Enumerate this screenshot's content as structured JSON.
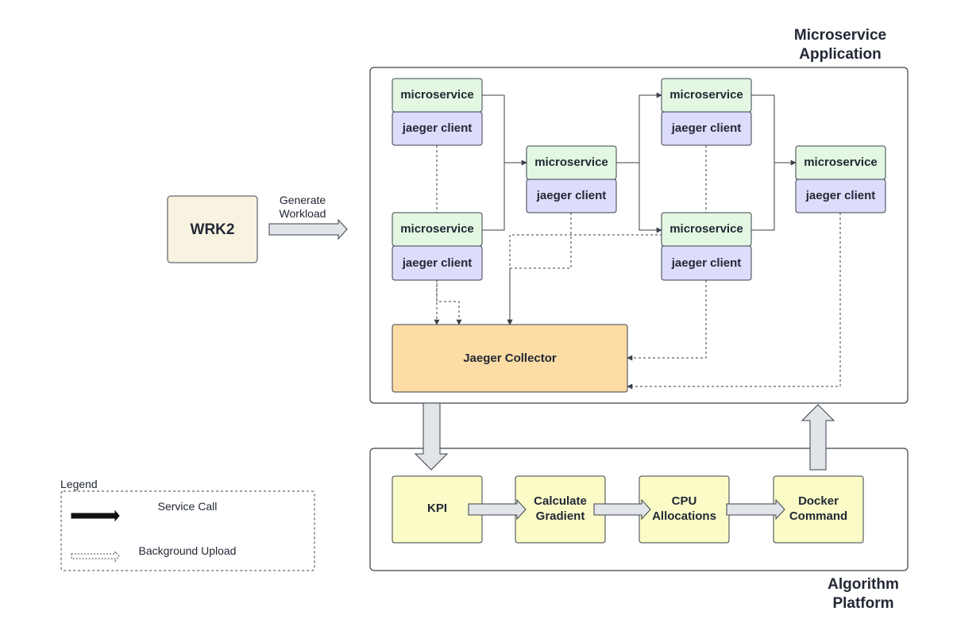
{
  "colors": {
    "microservice": "#e3f7e3",
    "jaeger_client": "#dcdcfb",
    "collector": "#fddca5",
    "algorithm": "#fbfbc8",
    "wrk2": "#f8f3e1",
    "arrow_fill": "#e1e4e8",
    "stroke": "#3a414a"
  },
  "titles": {
    "microservice_line1": "Microservice",
    "microservice_line2": "Application",
    "algorithm_line1": "Algorithm",
    "algorithm_line2": "Platform"
  },
  "wrk2": {
    "label": "WRK2"
  },
  "workload": {
    "line1": "Generate",
    "line2": "Workload"
  },
  "services": [
    {
      "service": "microservice",
      "client": "jaeger client"
    },
    {
      "service": "microservice",
      "client": "jaeger client"
    },
    {
      "service": "microservice",
      "client": "jaeger client"
    },
    {
      "service": "microservice",
      "client": "jaeger client"
    },
    {
      "service": "microservice",
      "client": "jaeger client"
    },
    {
      "service": "microservice",
      "client": "jaeger client"
    }
  ],
  "collector": {
    "label": "Jaeger Collector"
  },
  "algorithm_steps": [
    {
      "line1": "KPI",
      "line2": ""
    },
    {
      "line1": "Calculate",
      "line2": "Gradient"
    },
    {
      "line1": "CPU",
      "line2": "Allocations"
    },
    {
      "line1": "Docker",
      "line2": "Command"
    }
  ],
  "legend": {
    "title": "Legend",
    "service_call": "Service Call",
    "background_upload": "Background Upload"
  }
}
